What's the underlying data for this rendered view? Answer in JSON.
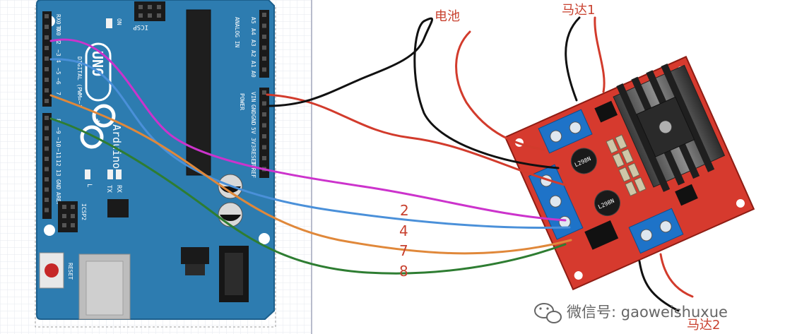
{
  "labels": {
    "battery": "电池",
    "motor1": "马达1",
    "motor2": "马达2",
    "pin2": "2",
    "pin4": "4",
    "pin7": "7",
    "pin8": "8"
  },
  "arduino": {
    "board_model": "UNO",
    "brand": "Arduino",
    "icsp_top": "ICSP",
    "icsp2": "ICSP2",
    "reset": "RESET",
    "on_led": "ON",
    "l_led": "L",
    "tx_led": "TX",
    "rx_led": "RX",
    "digital_label": "DIGITAL (PWM=~)",
    "analog_label": "ANALOG IN",
    "power_label": "POWER",
    "aref": "AREF",
    "ioref": "IOREF",
    "power_pins": [
      "VIN",
      "GND",
      "GND",
      "5V",
      "3V3",
      "RESET"
    ],
    "analog_pins": [
      "A5",
      "A4",
      "A3",
      "A2",
      "A1",
      "A0"
    ],
    "digital_pins": [
      "RX0 0",
      "TX0 1",
      "2",
      "~3",
      "4",
      "~5",
      "~6",
      "7",
      "8",
      "~9",
      "~10",
      "~11",
      "12",
      "13",
      "GND"
    ]
  },
  "driver": {
    "chip_label_1": "L298N",
    "chip_label_2": "L298N"
  },
  "wires": {
    "pin2_color": "#cc33cc",
    "pin4_color": "#4a90d9",
    "pin7_color": "#e0883a",
    "pin8_color": "#2e7d32",
    "power_color": "#d23b2c",
    "ground_color": "#111111"
  },
  "watermark": {
    "icon": "wechat-icon",
    "text": "微信号: gaoweishuxue"
  }
}
